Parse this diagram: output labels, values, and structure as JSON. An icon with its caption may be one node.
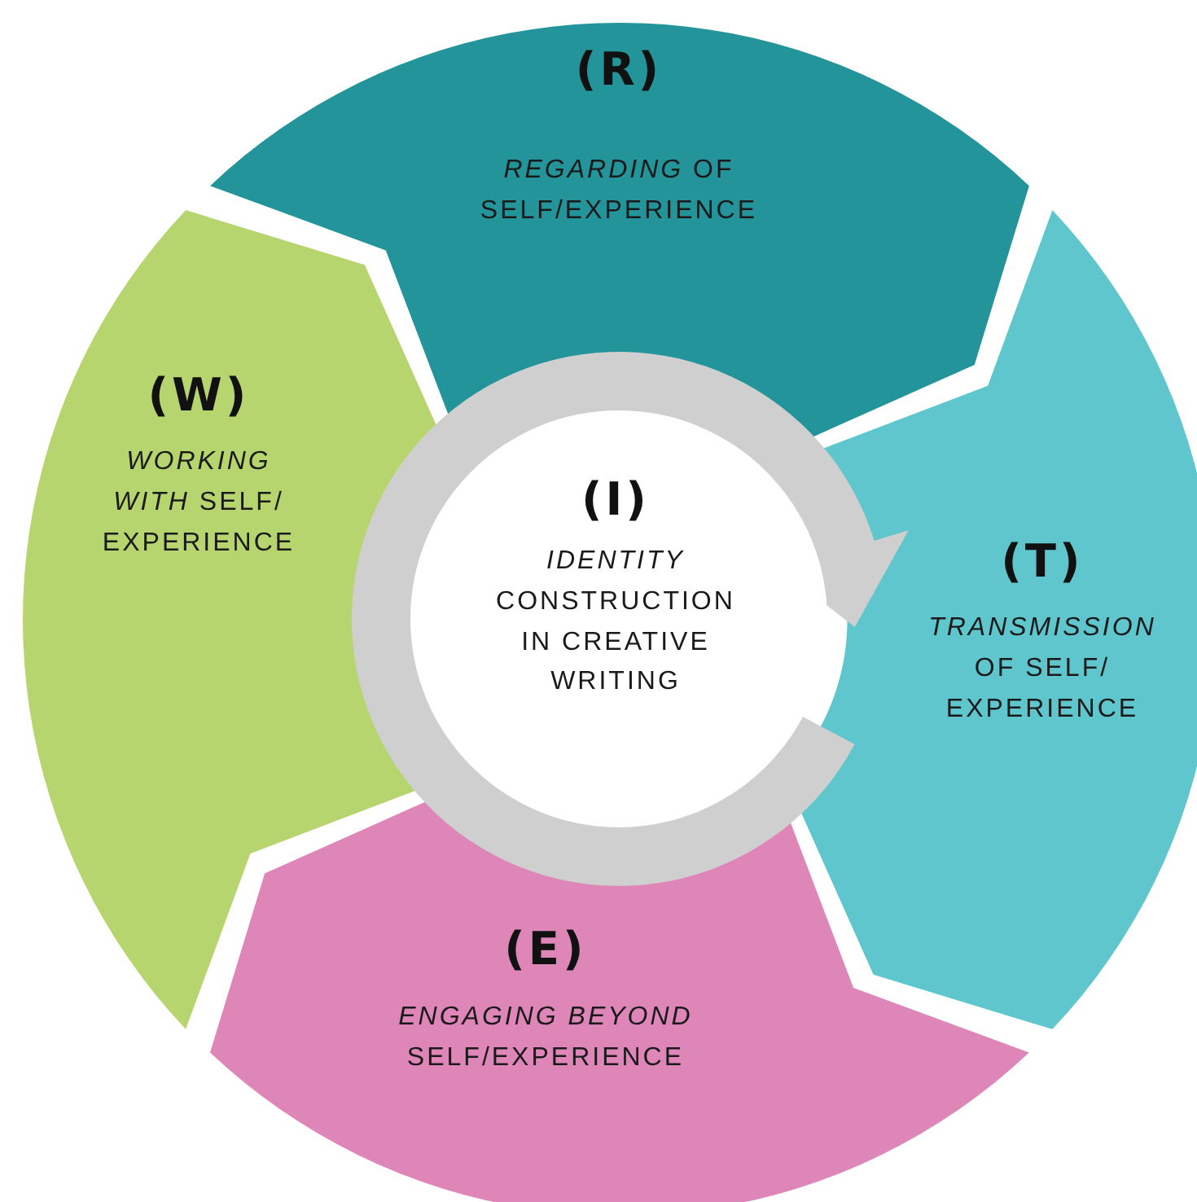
{
  "diagram": {
    "nodes": [
      {
        "text": [
          "(R)",
          "*REGARDING* OF SELF/EXPERIENCE"
        ]
      },
      {
        "text": [
          "(T)",
          "*TRANSMISSION* OF SELF/ EXPERIENCE"
        ]
      },
      {
        "text": [
          "(E)",
          "*ENGAGING BEYOND* SELF/EXPERIENCE"
        ]
      },
      {
        "text": [
          "(W)",
          "*WORKING WITH* SELF/ EXPERIENCE"
        ]
      },
      {
        "text": [
          "(I)",
          "*IDENTITY* CONSTRUCTION IN CREATIVE WRITING"
        ]
      }
    ]
  }
}
